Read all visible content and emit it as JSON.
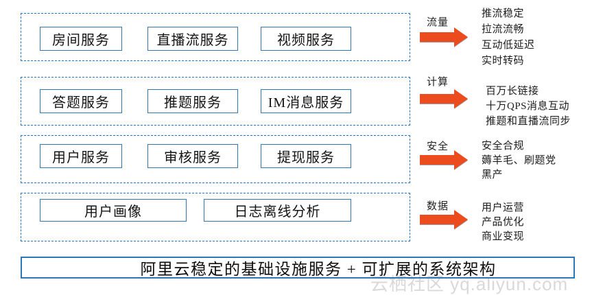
{
  "diagram": {
    "groups": [
      {
        "boxes": [
          "房间服务",
          "直播流服务",
          "视频服务"
        ],
        "arrow_label": "流量",
        "benefits": [
          "推流稳定",
          "拉流流畅",
          "互动低延迟",
          "实时转码"
        ]
      },
      {
        "boxes": [
          "答题服务",
          "推题服务",
          "IM消息服务"
        ],
        "arrow_label": "计算",
        "benefits": [
          "百万长链接",
          "十万QPS消息互动",
          "推题和直播流同步"
        ]
      },
      {
        "boxes": [
          "用户服务",
          "审核服务",
          "提现服务"
        ],
        "arrow_label": "安全",
        "benefits": [
          "安全合规",
          "薅羊毛、刷题党",
          "黑产"
        ]
      },
      {
        "boxes": [
          "用户画像",
          "日志离线分析"
        ],
        "arrow_label": "数据",
        "benefits": [
          "用户运营",
          "产品优化",
          "商业变现"
        ]
      }
    ],
    "foundation": "阿里云稳定的基础设施服务 + 可扩展的系统架构",
    "watermark": "云栖社区 yq.aliyun.com",
    "colors": {
      "border_blue": "#2E75B6",
      "dashed_blue": "#2273C3",
      "arrow_orange": "#EB4B1D",
      "watermark_gray": "#D9D9D9"
    }
  }
}
